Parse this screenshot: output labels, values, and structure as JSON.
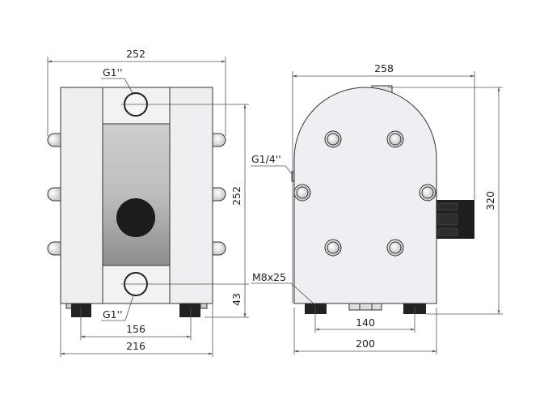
{
  "front_view": {
    "width_top": "252",
    "height_ports": "252",
    "base_height": "43",
    "foot_spacing": "156",
    "overall_width": "216",
    "port_top": "G1''",
    "port_bottom": "G1''"
  },
  "side_view": {
    "overall_depth": "258",
    "overall_height": "320",
    "air_port": "G1/4''",
    "mount_bolt": "M8x25",
    "foot_spacing": "140",
    "body_width": "200"
  }
}
